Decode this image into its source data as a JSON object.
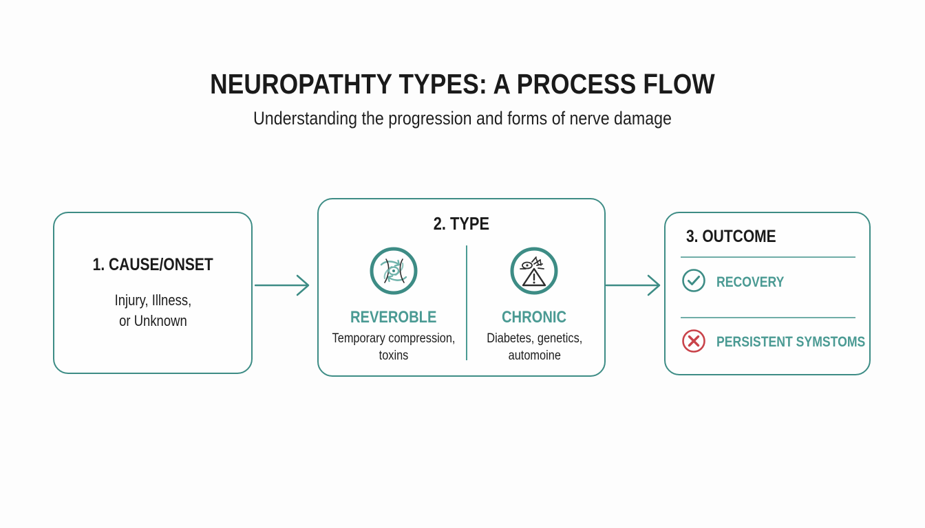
{
  "header": {
    "title": "NEUROPATHTY TYPES: A PROCESS FLOW",
    "subtitle": "Understanding the progression and forms of nerve damage"
  },
  "colors": {
    "teal": "#4a9a93",
    "teal_border": "#3d8c85",
    "red": "#c9434a",
    "text_dark": "#1a1a1a",
    "background": "#fdfdfd"
  },
  "flow": {
    "step1": {
      "title": "1. CAUSE/ONSET",
      "desc_line1": "Injury, Illness,",
      "desc_line2": "or Unknown"
    },
    "step2": {
      "title": "2. TYPE",
      "left": {
        "icon": "nerve-regeneration-icon",
        "label": "REVEROBLE",
        "desc_line1": "Temporary compression,",
        "desc_line2": "toxins"
      },
      "right": {
        "icon": "nerve-damage-warning-icon",
        "label": "CHRONIC",
        "desc_line1": "Diabetes, genetics,",
        "desc_line2": "automoine"
      }
    },
    "step3": {
      "title": "3. OUTCOME",
      "outcomes": [
        {
          "icon": "check-circle-icon",
          "label": "RECOVERY"
        },
        {
          "icon": "x-circle-icon",
          "label": "PERSISTENT SYMSTOMS"
        }
      ]
    },
    "arrows": [
      {
        "name": "arrow-cause-to-type"
      },
      {
        "name": "arrow-type-to-outcome"
      }
    ]
  }
}
